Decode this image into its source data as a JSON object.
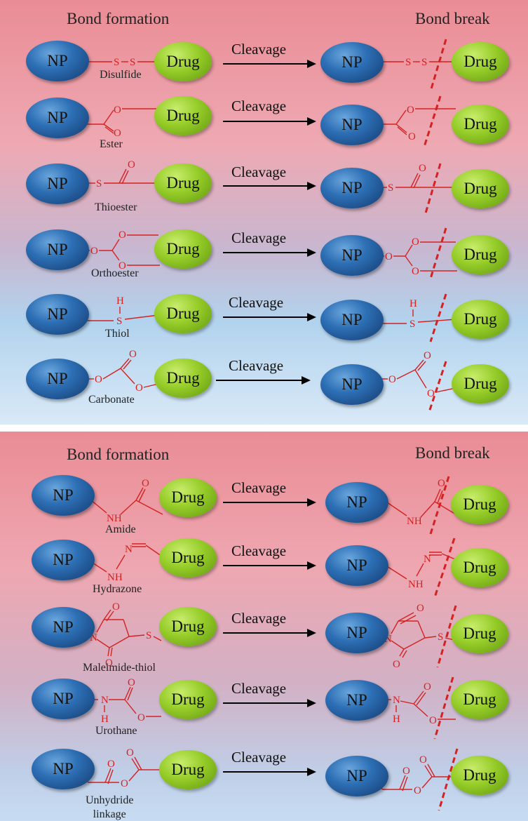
{
  "panel_top": {
    "heading_left": "Bond formation",
    "heading_right": "Bond break",
    "rows": [
      {
        "label": "Disulfide"
      },
      {
        "label": "Ester"
      },
      {
        "label": "Thioester"
      },
      {
        "label": "Orthoester"
      },
      {
        "label": "Thiol"
      },
      {
        "label": "Carbonate"
      }
    ]
  },
  "panel_bottom": {
    "heading_left": "Bond formation",
    "heading_right": "Bond break",
    "rows": [
      {
        "label": "Amide"
      },
      {
        "label": "Hydrazone"
      },
      {
        "label": "Maleimide-thiol"
      },
      {
        "label": "Urothane"
      },
      {
        "label": "Unhydride",
        "label_line2": "linkage"
      }
    ]
  },
  "common": {
    "np": "NP",
    "drug": "Drug",
    "cleavage": "Cleavage"
  },
  "atoms": {
    "S": "S",
    "O": "O",
    "H": "H",
    "N": "N",
    "NH": "NH"
  },
  "colors": {
    "np_blue": "#2d6fb5",
    "drug_green": "#95cc28",
    "bond_red": "#d42222",
    "panel_top_pink": "#ea8c95",
    "panel_bottom_blue": "#c7dcf2"
  }
}
